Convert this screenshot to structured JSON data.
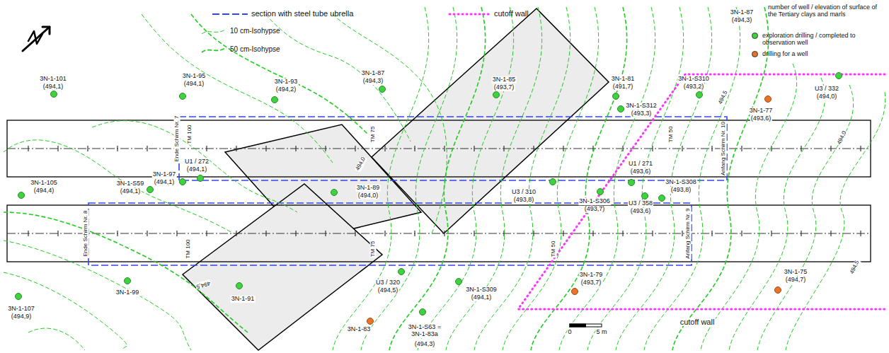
{
  "diagram": {
    "labels": [
      "3N-1-87",
      "(494,3)",
      "3N-1-101",
      "(494,1)",
      "3N-1-95",
      "(494,1)",
      "3N-1-93",
      "(494,2)",
      "3N-1-87",
      "(494,3)",
      "3N-1-85",
      "(493,7)",
      "3N-1-81",
      "(491,7)",
      "3N-1-S310",
      "(493,2)",
      "U3 / 332",
      "(494,0)",
      "3N-1-S312",
      "(493,3)",
      "3N-1-77",
      "(493,6)",
      "U1 / 272",
      "(494,1)",
      "3N-1-97",
      "(494,1)",
      "3N-1-105",
      "(494,4)",
      "3N-1-S59",
      "(494,1)",
      "3N-1-89",
      "(494,0)",
      "U3 / 310",
      "(493,8)",
      "U1 / 271",
      "(493,6)",
      "3N-1-S306",
      "(493,7)",
      "U3 / 358",
      "(493,6)",
      "3N-1-S308",
      "(493,8)",
      "3N-1-99",
      "3N-1-107",
      "(494,9)",
      "3N-1-91",
      "U3 / 320",
      "(494,5)",
      "3N-1-S309",
      "(494,1)",
      "3N-1-79",
      "(493,7)",
      "3N-1-75",
      "(494,7)",
      "3N-1-83",
      "3N-1-S63 = 3N-1-83a",
      "(494,3)",
      "TM 100",
      "TM 75",
      "TM 50",
      "TM 100",
      "TM 75",
      "TM 50",
      "Ende Schirm Nr. 7",
      "Ende Schirm Nr. 8",
      "Anfang Schirm Nr. 10",
      "Anfang Schirm Nr. 9",
      "494,0",
      "494,5",
      "494,0",
      "494,5",
      "494,5",
      "cutoff wall",
      "0",
      "5 m"
    ],
    "legend": [
      {
        "text": "section with steel tube ubrella"
      },
      {
        "text": "cutoff wall"
      },
      {
        "text": "10 cm-Isohypse"
      },
      {
        "text": "50 cm-Isohypse"
      },
      {
        "text": "number of well / elevation of surface of the Tertiary clays and marls"
      },
      {
        "text": "exploration drilling / completed to observation well",
        "color": "#3fd13f"
      },
      {
        "text": "drilling for a well",
        "color": "#e8742a"
      }
    ]
  }
}
